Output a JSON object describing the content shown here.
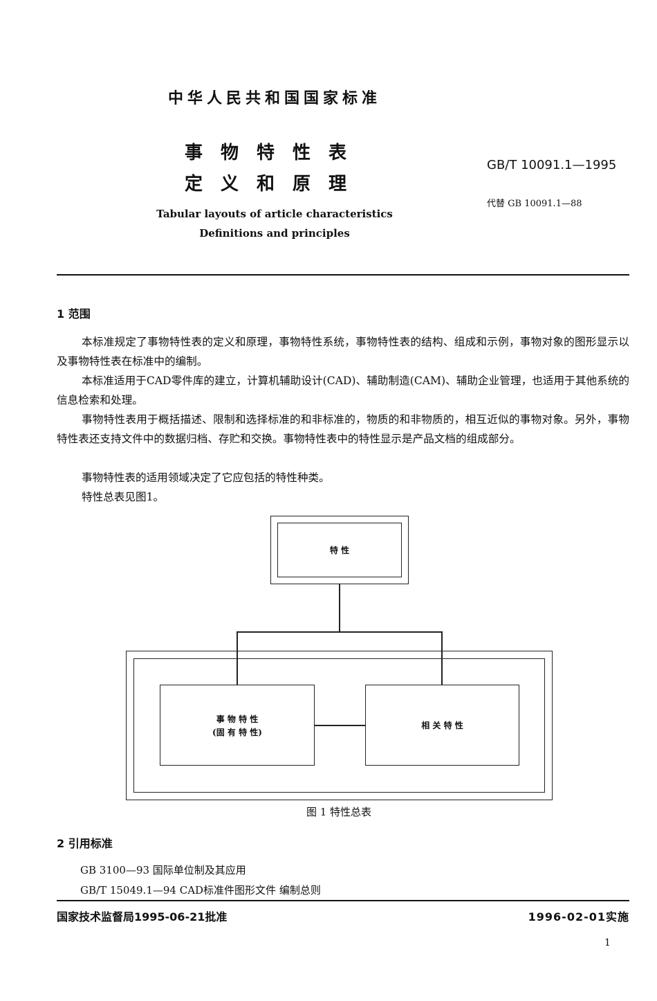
{
  "header": {
    "standard_type": "中华人民共和国国家标准",
    "title_line1": "事物特性表",
    "title_line2": "定义和原理",
    "title_en_line1": "Tabular layouts of article characteristics",
    "title_en_line2": "Definitions and principles",
    "standard_number": "GB/T 10091.1—1995",
    "replaces": "代替 GB 10091.1—88"
  },
  "sections": {
    "scope": {
      "heading": "1  范围",
      "paragraphs": [
        "本标准规定了事物特性表的定义和原理，事物特性系统，事物特性表的结构、组成和示例，事物对象的图形显示以及事物特性表在标准中的编制。",
        "本标准适用于CAD零件库的建立，计算机辅助设计(CAD)、辅助制造(CAM)、辅助企业管理，也适用于其他系统的信息检索和处理。",
        "事物特性表用于概括描述、限制和选择标准的和非标准的，物质的和非物质的，相互近似的事物对象。另外，事物特性表还支持文件中的数据归档、存贮和交换。事物特性表中的特性显示是产品文档的组成部分。",
        "事物特性表的适用领域决定了它应包括的特性种类。",
        "特性总表见图1。"
      ]
    },
    "references": {
      "heading": "2  引用标准",
      "items": [
        "GB 3100—93  国际单位制及其应用",
        "GB/T 15049.1—94  CAD标准件图形文件  编制总则"
      ]
    }
  },
  "figure": {
    "top_box": "特  性",
    "left_box_line1": "事 物 特 性",
    "left_box_line2": "(固 有 特 性)",
    "right_box": "相 关 特 性",
    "caption": "图 1   特性总表"
  },
  "footer": {
    "approval": "国家技术监督局1995-06-21批准",
    "implementation": "1996-02-01实施",
    "page_number": "1"
  }
}
